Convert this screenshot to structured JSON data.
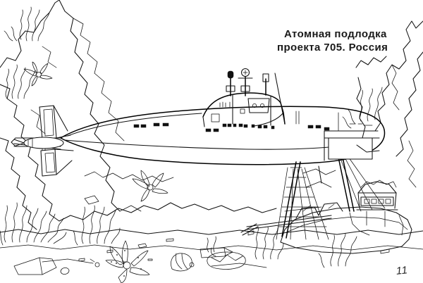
{
  "document": {
    "kind": "coloring-page",
    "page_number": "11",
    "background_color": "#ffffff",
    "line_color": "#111111"
  },
  "caption": {
    "line1": "Атомная подлодка",
    "line2": "проекта 705. Россия"
  },
  "scene": {
    "subject": "nuclear-submarine",
    "setting": "underwater seabed with rocks, seaweed, starfish, shells and a sunken sailing ship",
    "elements": [
      "submarine",
      "conning-tower",
      "periscope",
      "radar-mast",
      "snorkel-mast",
      "stern-fins",
      "propeller",
      "bow-planes",
      "rock-formation-left",
      "rock-formation-right",
      "seaweed-clusters",
      "starfish",
      "seashells",
      "pebbles",
      "shipwreck-galleon",
      "shipwreck-masts",
      "shipwreck-rigging",
      "shipwreck-stern-castle"
    ]
  },
  "chart_data": null
}
